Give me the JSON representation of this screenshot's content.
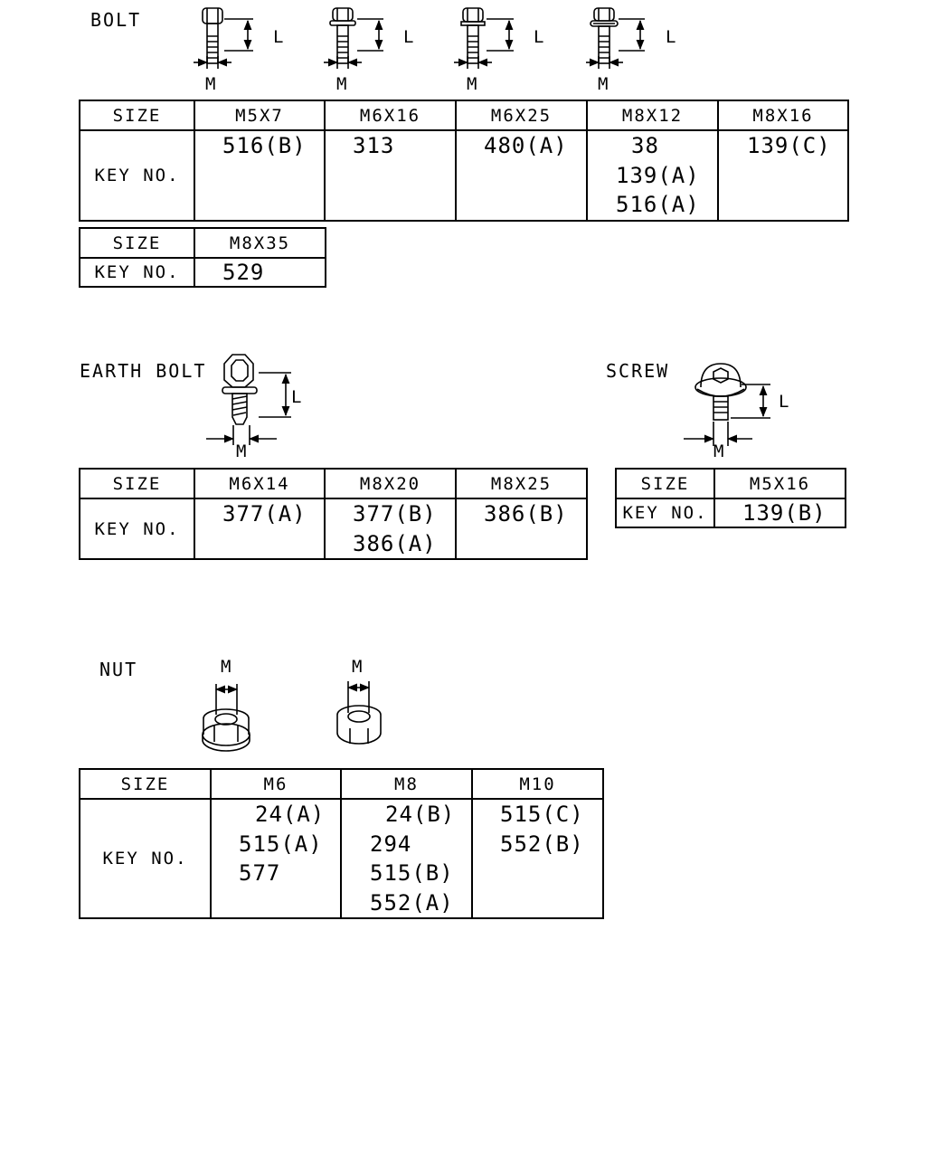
{
  "bolt": {
    "title": "BOLT",
    "dim_l": "L",
    "dim_m": "M",
    "table1": {
      "size_label": "SIZE",
      "key_label": "KEY NO.",
      "columns": [
        {
          "size": "M5X7",
          "keys": [
            "516(B)"
          ]
        },
        {
          "size": "M6X16",
          "keys": [
            "313"
          ]
        },
        {
          "size": "M6X25",
          "keys": [
            "480(A)"
          ]
        },
        {
          "size": "M8X12",
          "keys": [
            "38",
            "139(A)",
            "516(A)"
          ]
        },
        {
          "size": "M8X16",
          "keys": [
            "139(C)"
          ]
        }
      ]
    },
    "table2": {
      "size_label": "SIZE",
      "key_label": "KEY NO.",
      "columns": [
        {
          "size": "M8X35",
          "keys": [
            "529"
          ]
        }
      ]
    }
  },
  "earth_bolt": {
    "title": "EARTH BOLT",
    "dim_l": "L",
    "dim_m": "M",
    "table": {
      "size_label": "SIZE",
      "key_label": "KEY NO.",
      "columns": [
        {
          "size": "M6X14",
          "keys": [
            "377(A)"
          ]
        },
        {
          "size": "M8X20",
          "keys": [
            "377(B)",
            "386(A)"
          ]
        },
        {
          "size": "M8X25",
          "keys": [
            "386(B)"
          ]
        }
      ]
    }
  },
  "screw": {
    "title": "SCREW",
    "dim_l": "L",
    "dim_m": "M",
    "table": {
      "size_label": "SIZE",
      "key_label": "KEY NO.",
      "columns": [
        {
          "size": "M5X16",
          "keys": [
            "139(B)"
          ]
        }
      ]
    }
  },
  "nut": {
    "title": "NUT",
    "dim_m": "M",
    "table": {
      "size_label": "SIZE",
      "key_label": "KEY NO.",
      "columns": [
        {
          "size": "M6",
          "keys": [
            "24(A)",
            "515(A)",
            "577"
          ]
        },
        {
          "size": "M8",
          "keys": [
            "24(B)",
            "294",
            "515(B)",
            "552(A)"
          ]
        },
        {
          "size": "M10",
          "keys": [
            "515(C)",
            "552(B)"
          ]
        }
      ]
    }
  }
}
